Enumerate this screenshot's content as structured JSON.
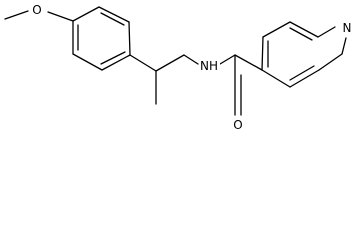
{
  "molecule": {
    "atom_labels": {
      "oxygen_methoxy": "O",
      "nitrogen_amide": "NH",
      "oxygen_carbonyl": "O",
      "nitrogen_pyridine": "N"
    },
    "bond_color": "#000000",
    "background_color": "#ffffff"
  }
}
